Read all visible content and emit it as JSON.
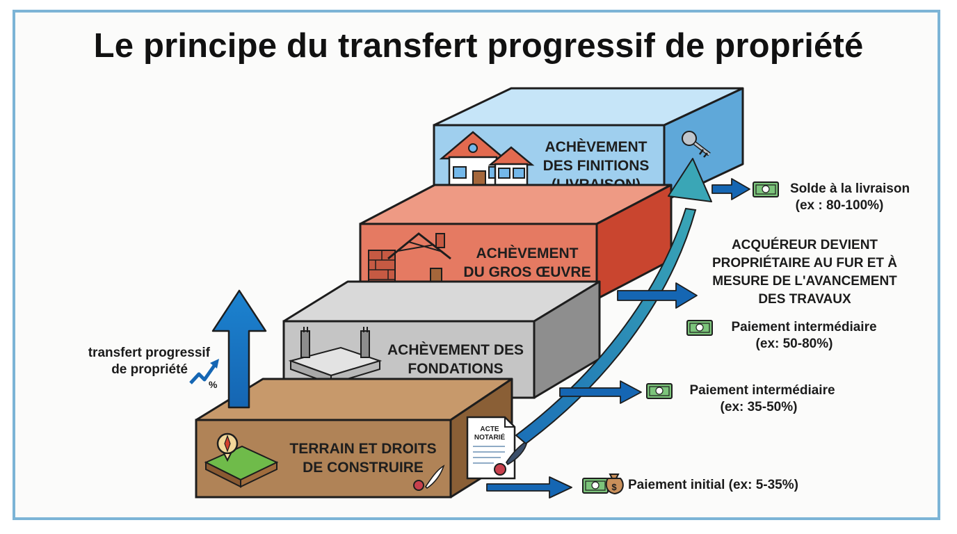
{
  "title": "Le principe du transfert progressif de propriété",
  "steps": [
    {
      "line1": "TERRAIN ET DROITS",
      "line2": "DE CONSTRUIRE"
    },
    {
      "line1": "ACHÈVEMENT DES",
      "line2": "FONDATIONS"
    },
    {
      "line1": "ACHÈVEMENT",
      "line2": "DU GROS ŒUVRE"
    },
    {
      "line1": "ACHÈVEMENT",
      "line2": "DES FINITIONS",
      "line3": "(LIVRAISON)"
    }
  ],
  "deed": {
    "line1": "ACTE",
    "line2": "NOTARIÉ"
  },
  "left_label": {
    "line1": "transfert progressif",
    "line2": "de propriété",
    "percent": "%"
  },
  "payments": [
    {
      "label": "Paiement initial (ex: 5-35%)"
    },
    {
      "label": "Paiement intermédiaire",
      "range": "(ex: 35-50%)"
    },
    {
      "label": "Paiement intermédiaire",
      "range": "(ex: 50-80%)"
    },
    {
      "label": "Solde à la livraison",
      "range": "(ex : 80-100%)"
    }
  ],
  "ownership_note": {
    "line1": "ACQUÉREUR DEVIENT",
    "line2": "PROPRIÉTAIRE AU FUR ET À",
    "line3": "MESURE DE L'AVANCEMENT",
    "line4": "DES TRAVAUX"
  },
  "colors": {
    "frame": "#7cb4d6",
    "land": "#b08357",
    "foundation": "#c5c5c5",
    "structure": "#e57a62",
    "finishing": "#9fcfee",
    "arrow_blue": "#1566b3",
    "arrow_teal": "#2f9ab4",
    "money_green": "#7cc47b"
  }
}
